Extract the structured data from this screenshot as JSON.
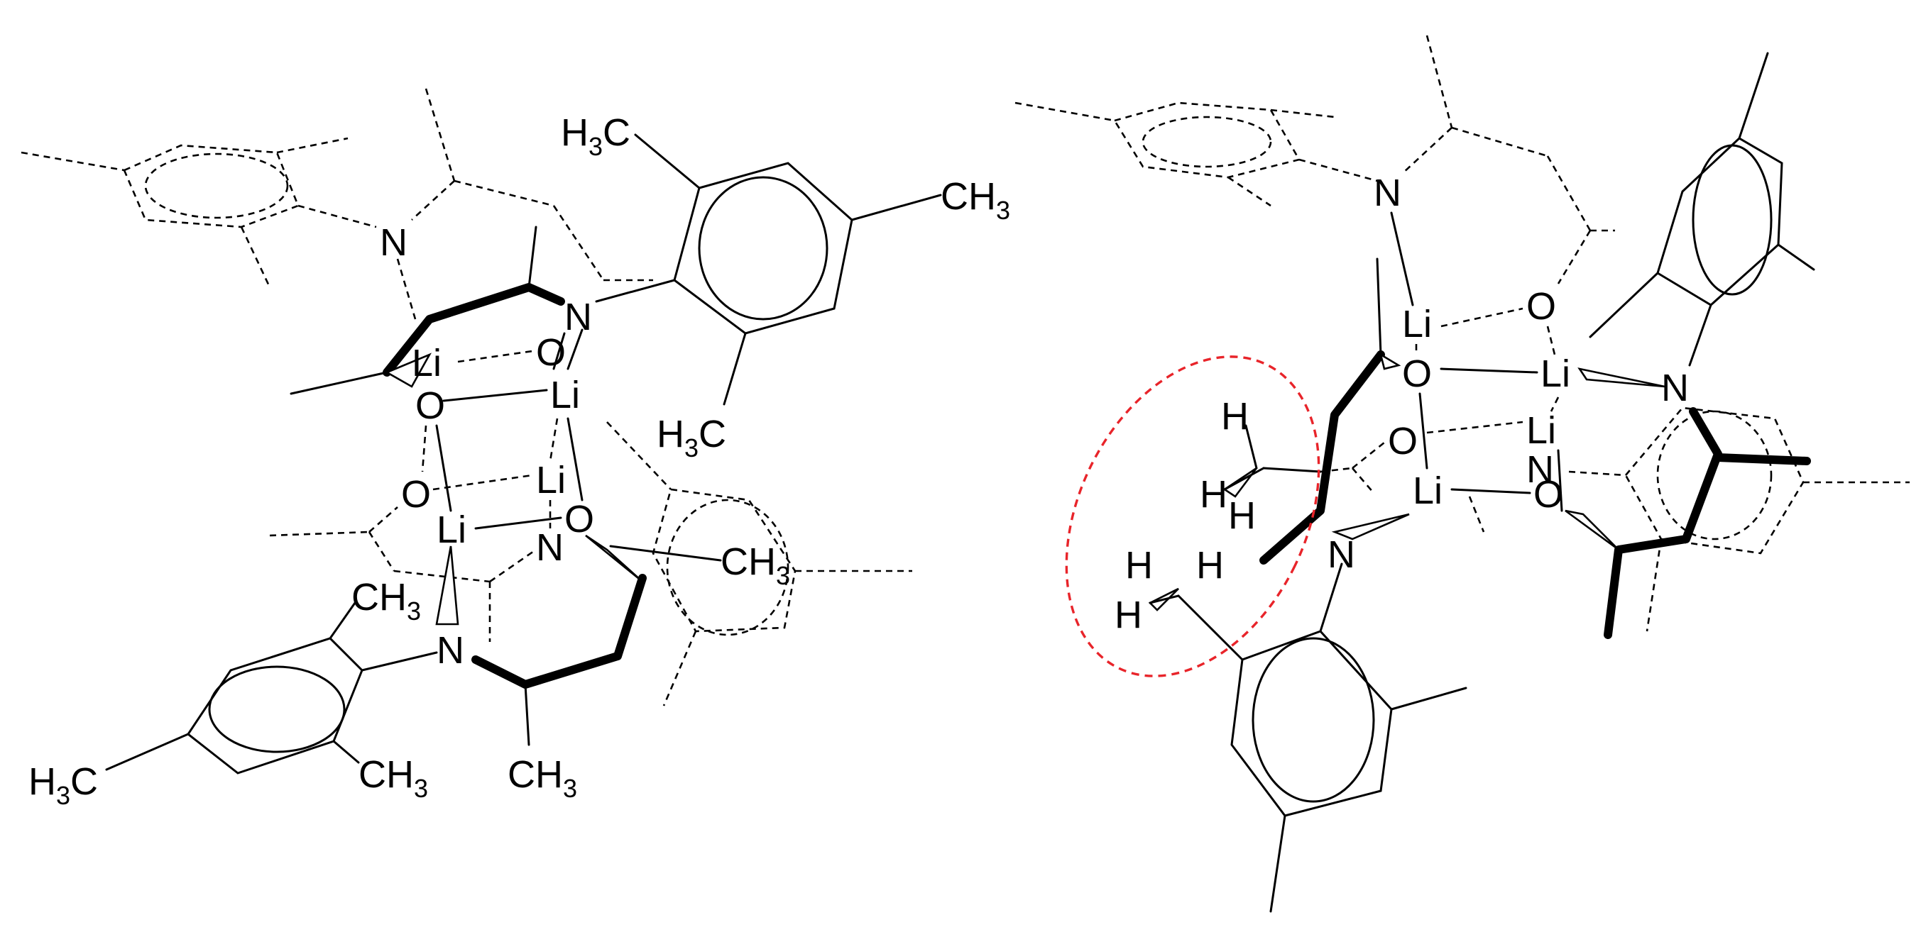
{
  "labels": {
    "N": "N",
    "O": "O",
    "Li": "Li",
    "H": "H",
    "C": "C",
    "H3": "3",
    "CH3": "CH",
    "H3C_H": "H",
    "sub3": "3"
  },
  "colors": {
    "bond": "#000000",
    "highlight": "#e8242a",
    "background": "#ffffff"
  }
}
